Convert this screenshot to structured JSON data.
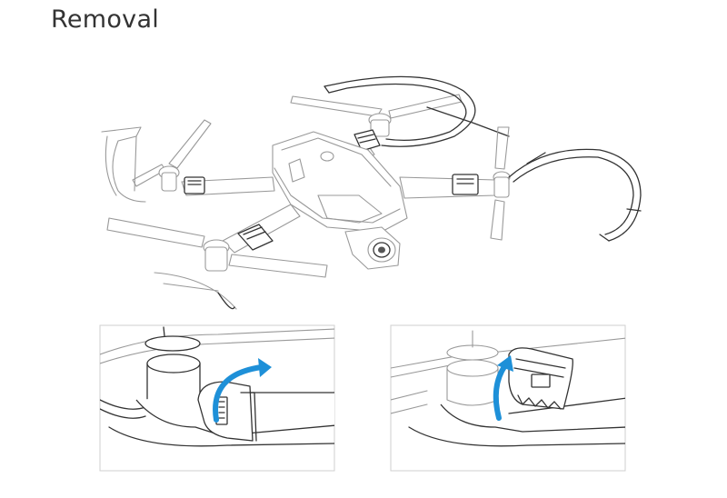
{
  "page": {
    "title": "Removal"
  },
  "colors": {
    "arrow": "#1e90d8",
    "line_dark": "#333333",
    "line_light": "#999999",
    "panel_border": "#cfcfcf"
  },
  "illustrations": {
    "main": "drone-with-propeller-guards",
    "detail_left": "clip-rotate-open",
    "detail_right": "clip-lifted-off"
  }
}
